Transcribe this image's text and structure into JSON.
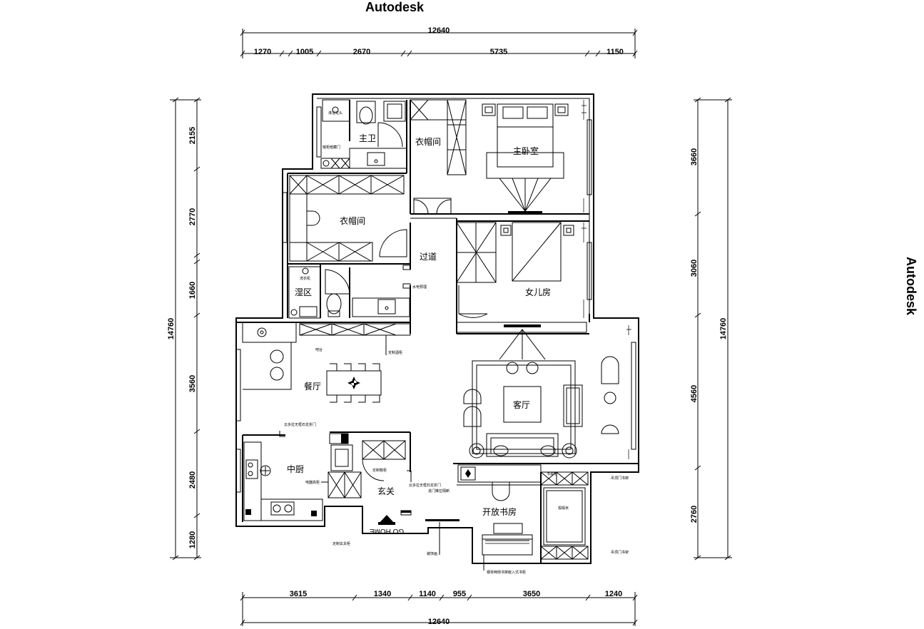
{
  "watermark": {
    "top": "Autodesk",
    "right": "Autodesk"
  },
  "dimensions": {
    "top_total": "12640",
    "top_segments": [
      "1270",
      "1005",
      "2670",
      "5735",
      "1150"
    ],
    "bottom_total": "12640",
    "bottom_segments": [
      "3615",
      "1340",
      "1140",
      "955",
      "3650",
      "1240"
    ],
    "left_total": "14760",
    "left_segments": [
      "2155",
      "2770",
      "1660",
      "3560",
      "2480",
      "1280"
    ],
    "right_total": "14760",
    "right_segments": [
      "3660",
      "3060",
      "4560",
      "2760"
    ]
  },
  "rooms": {
    "master_bath": "主卫",
    "closet_top": "衣帽间",
    "master_bedroom": "主卧室",
    "closet_left": "衣帽间",
    "corridor": "过道",
    "daughter_room": "女儿房",
    "wet_area": "湿区",
    "dining": "餐厅",
    "living": "客厅",
    "kitchen": "中厨",
    "entrance": "玄关",
    "study": "开放书房"
  },
  "entry_mat": "GO HOME"
}
